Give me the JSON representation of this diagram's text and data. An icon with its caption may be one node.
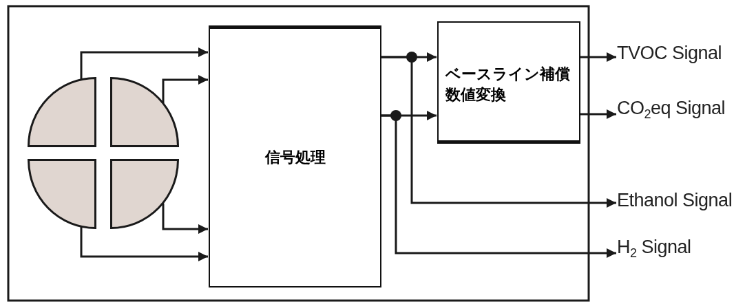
{
  "diagram": {
    "nodes": [
      {
        "text": [],
        "shape": "sector"
      },
      {
        "text": [],
        "shape": "sector"
      },
      {
        "text": [],
        "shape": "sector"
      },
      {
        "text": [],
        "shape": "sector"
      },
      {
        "text": [
          "信号処理"
        ]
      },
      {
        "text": [
          "ベースライン補償数値変換"
        ]
      },
      {
        "text": [
          "TVOC Signal"
        ]
      },
      {
        "text": [
          "CO$_{2}$eq Signal"
        ]
      },
      {
        "text": [
          "Ethanol Signal"
        ]
      },
      {
        "text": [
          "H$_{2}$ Signal"
        ]
      }
    ],
    "edges": [
      {
        "from": 0,
        "to": 4,
        "arrow": "to"
      },
      {
        "from": 1,
        "to": 4,
        "arrow": "to"
      },
      {
        "from": 3,
        "to": 4,
        "arrow": "to"
      },
      {
        "from": 2,
        "to": 4,
        "arrow": "to"
      },
      {
        "from": 4,
        "to": 5,
        "arrow": "to"
      },
      {
        "from": 4,
        "to": 5,
        "arrow": "to"
      },
      {
        "from": 5,
        "to": 6,
        "arrow": "to"
      },
      {
        "from": 5,
        "to": 7,
        "arrow": "to"
      },
      {
        "from": 4,
        "to": 8,
        "arrow": "to"
      },
      {
        "from": 4,
        "to": 9,
        "arrow": "to"
      }
    ]
  }
}
